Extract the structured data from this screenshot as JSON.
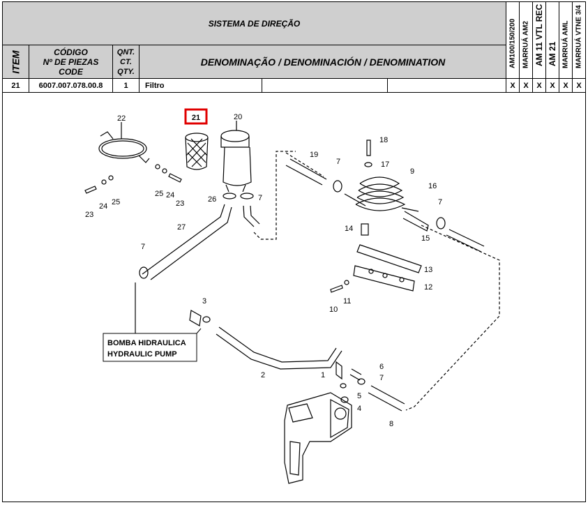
{
  "header": {
    "title": "SISTEMA DE DIREÇÃO",
    "col_item": "ITEM",
    "col_code_l1": "CÓDIGO",
    "col_code_l2": "Nº DE PIEZAS",
    "col_code_l3": "CODE",
    "col_qty_l1": "QNT.",
    "col_qty_l2": "CT.",
    "col_qty_l3": "QTY.",
    "col_denomination": "DENOMINAÇÃO / DENOMINACIÓN / DENOMINATION"
  },
  "models": [
    "AM100/150/200",
    "MARRUÁ AM2",
    "AM 11 VTL REC",
    "AM 21",
    "MARRUÁ AML",
    "MARRUÁ VTNE 3/4"
  ],
  "row": {
    "item": "21",
    "code": "6007.007.078.00.8",
    "qty": "1",
    "denomination": "Filtro",
    "marks": [
      "X",
      "X",
      "X",
      "X",
      "X",
      "X"
    ]
  },
  "diagram": {
    "highlight_label": "21",
    "callouts": [
      "22",
      "20",
      "23",
      "24",
      "25",
      "25",
      "24",
      "23",
      "26",
      "7",
      "27",
      "7",
      "19",
      "7",
      "18",
      "17",
      "9",
      "16",
      "7",
      "14",
      "15",
      "13",
      "12",
      "10",
      "11",
      "3",
      "2",
      "1",
      "6",
      "7",
      "5",
      "4",
      "8"
    ],
    "pump_label_l1": "BOMBA HIDRAULICA",
    "pump_label_l2": "HYDRAULIC PUMP"
  }
}
